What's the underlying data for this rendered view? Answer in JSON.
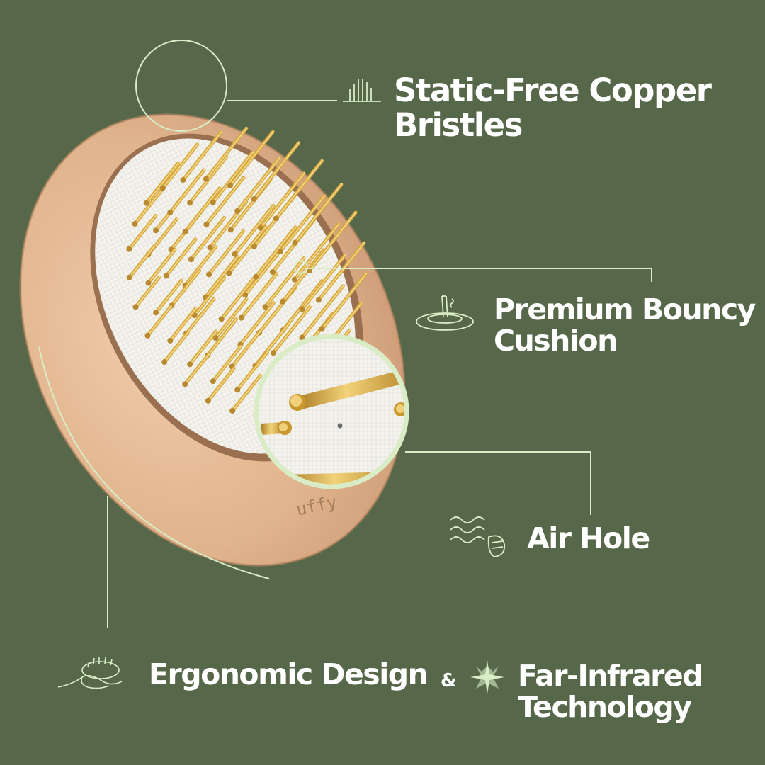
{
  "brand_mark": "uffy",
  "features": [
    {
      "line1": "Static-Free Copper",
      "line2": "Bristles",
      "icon": "bristles-icon"
    },
    {
      "line1": "Premium Bouncy",
      "line2": "Cushion",
      "icon": "cushion-icon"
    },
    {
      "line1": "Air Hole",
      "icon": "air-wave-icon"
    },
    {
      "line1": "Ergonomic Design",
      "icon": "hand-brush-icon"
    },
    {
      "line1": "Far-Infrared",
      "line2": "Technology",
      "icon": "sparkle-icon"
    }
  ],
  "connector": "&",
  "colors": {
    "background": "#566849",
    "accent": "#d9ecc6",
    "text": "#ffffff",
    "wood": "#e0b894",
    "gold": "#d7a93d",
    "cushion": "#f4f3ee"
  }
}
